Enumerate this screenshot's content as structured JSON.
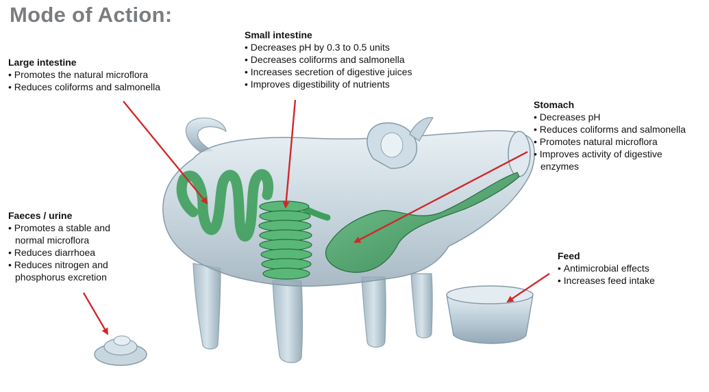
{
  "title": "Mode of Action:",
  "sections": {
    "large_intestine": {
      "heading": "Large intestine",
      "items": [
        "Promotes the natural microflora",
        "Reduces coliforms and salmonella"
      ]
    },
    "small_intestine": {
      "heading": "Small intestine",
      "items": [
        "Decreases pH by 0.3 to 0.5 units",
        "Decreases coliforms and salmonella",
        "Increases secretion of digestive juices",
        "Improves digestibility of nutrients"
      ]
    },
    "stomach": {
      "heading": "Stomach",
      "items": [
        "Decreases pH",
        "Reduces coliforms and salmonella",
        "Promotes natural microflora",
        "Improves activity of digestive enzymes"
      ]
    },
    "faeces": {
      "heading": "Faeces / urine",
      "items": [
        "Promotes a stable and normal microflora",
        "Reduces diarrhoea",
        "Reduces nitrogen and phosphorus excretion"
      ]
    },
    "feed": {
      "heading": "Feed",
      "items": [
        "Antimicrobial effects",
        "Increases feed intake"
      ]
    }
  },
  "colors": {
    "title": "#7a7d80",
    "arrow": "#d0282a",
    "organ": "#3f9e5c",
    "glass": "#b9cbd6"
  }
}
